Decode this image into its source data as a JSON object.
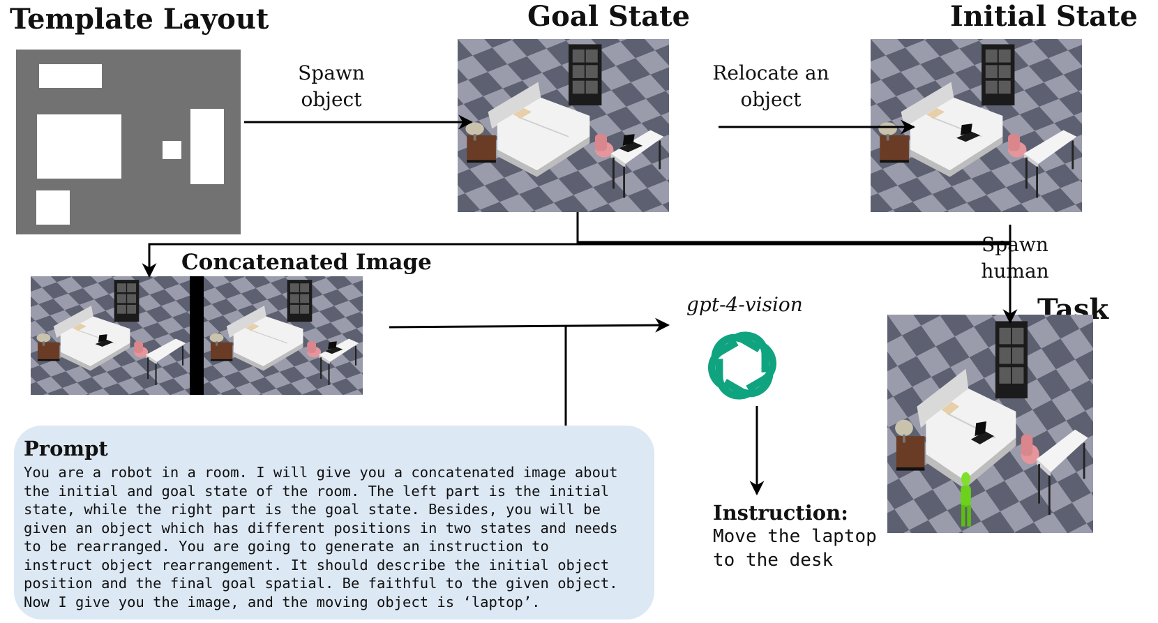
{
  "titles": {
    "template_layout": "Template Layout",
    "goal_state": "Goal State",
    "initial_state": "Initial State",
    "concatenated_image": "Concatenated Image",
    "task": "Task"
  },
  "arrow_labels": {
    "spawn_object": [
      "Spawn",
      "object"
    ],
    "relocate_object": [
      "Relocate an",
      "object"
    ],
    "spawn_human": [
      "Spawn",
      "human"
    ]
  },
  "model": {
    "name": "gpt-4-vision",
    "logo": "openai-logo-icon",
    "logo_color": "#10a37f"
  },
  "prompt": {
    "title": "Prompt",
    "lines": [
      "You are a robot in a room. I will give you a concatenated image about",
      "the initial and goal state of the room. The left part is the initial",
      "state, while the right part is the goal state. Besides, you will be",
      "given an object which has different positions in two states and needs",
      "to be rearranged. You are going to generate an instruction to",
      "instruct object rearrangement. It should describe the initial object",
      "position and the final goal spatial. Be faithful to the given object.",
      "Now I give you the image, and the moving object is ‘laptop’."
    ],
    "background": "#dce8f4"
  },
  "instruction": {
    "title": "Instruction:",
    "lines": [
      "Move the laptop",
      "to the desk"
    ]
  }
}
